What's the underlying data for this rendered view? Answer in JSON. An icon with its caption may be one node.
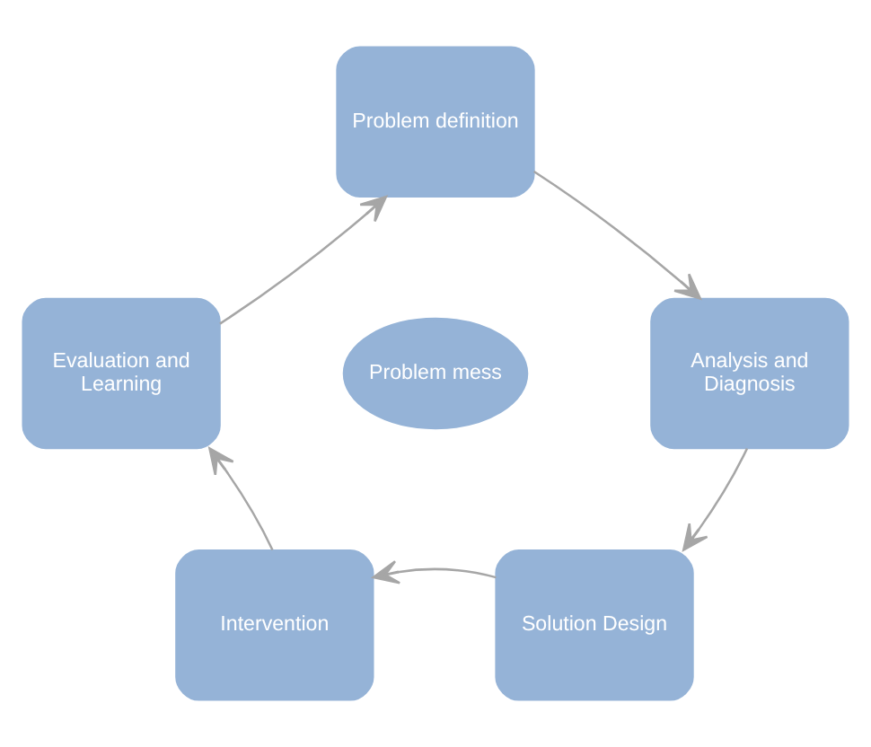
{
  "diagram": {
    "nodes": [
      {
        "text": [
          "Problem definition"
        ]
      },
      {
        "text": [
          "Analysis and Diagnosis"
        ]
      },
      {
        "text": [
          "Solution Design"
        ]
      },
      {
        "text": [
          "Intervention"
        ]
      },
      {
        "text": [
          "Evaluation and Learning"
        ]
      },
      {
        "text": [
          "Problem mess"
        ]
      }
    ],
    "edges": [
      {
        "from": 0,
        "to": 1,
        "arrow": "to"
      },
      {
        "from": 1,
        "to": 2,
        "arrow": "to"
      },
      {
        "from": 2,
        "to": 3,
        "arrow": "to"
      },
      {
        "from": 3,
        "to": 4,
        "arrow": "to"
      },
      {
        "from": 4,
        "to": 0,
        "arrow": "to"
      }
    ]
  }
}
